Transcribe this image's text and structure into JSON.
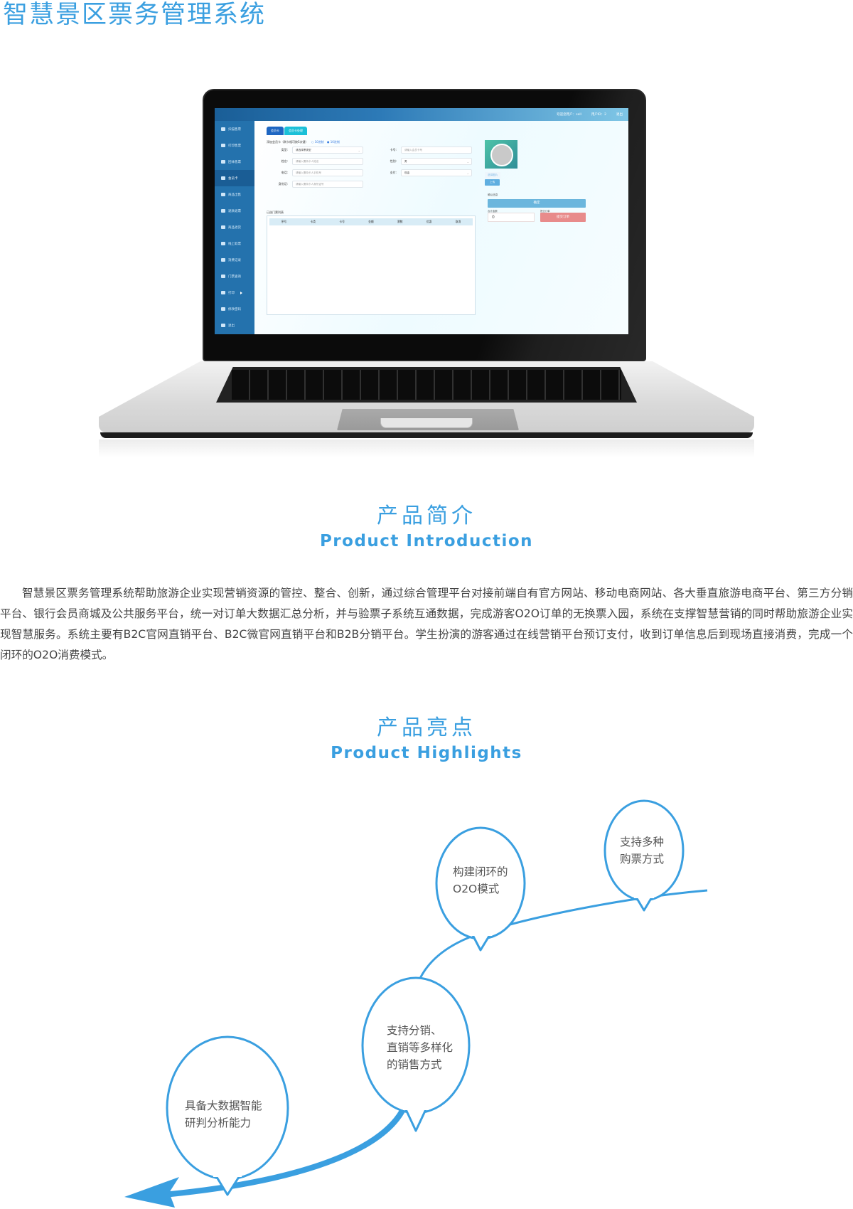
{
  "page": {
    "title": "智慧景区票务管理系统"
  },
  "screen_app": {
    "header": {
      "welcome": "欢迎您用户：sell",
      "user_id": "用户ID：2",
      "logout": "退出"
    },
    "sidebar": [
      {
        "label": "扫描售票",
        "icon": "scan-icon",
        "active": false
      },
      {
        "label": "打印售票",
        "icon": "printer-icon",
        "active": false
      },
      {
        "label": "团体售票",
        "icon": "group-icon",
        "active": false
      },
      {
        "label": "会员卡",
        "icon": "card-icon",
        "active": true
      },
      {
        "label": "商品出售",
        "icon": "list-icon",
        "active": false
      },
      {
        "label": "退款退票",
        "icon": "gear-icon",
        "active": false
      },
      {
        "label": "商品退货",
        "icon": "gear-icon",
        "active": false
      },
      {
        "label": "线上取票",
        "icon": "grid-icon",
        "active": false
      },
      {
        "label": "消费记录",
        "icon": "edit-icon",
        "active": false
      },
      {
        "label": "门票查询",
        "icon": "search-icon",
        "active": false
      },
      {
        "label": "打印",
        "icon": "printer-icon",
        "active": false,
        "has_submenu": true
      },
      {
        "label": "修改密码",
        "icon": "lock-icon",
        "active": false
      },
      {
        "label": "退出",
        "icon": "exit-icon",
        "active": false
      }
    ],
    "tabs": [
      {
        "label": "会员卡",
        "active": true
      },
      {
        "label": "会员卡处理",
        "active": false
      }
    ],
    "form": {
      "title": "添加会员卡（刷卡相可按5次键）",
      "radio_10": "10进制",
      "radio_16": "16进制",
      "fields_left": [
        {
          "label": "类型:",
          "value": "请选择票类型",
          "type": "select"
        },
        {
          "label": "姓名:",
          "placeholder": "请输入需持卡人姓名",
          "type": "text"
        },
        {
          "label": "电话:",
          "placeholder": "请输入需持卡人手机号",
          "type": "text"
        },
        {
          "label": "身份证:",
          "placeholder": "请输入需持卡人身份证号",
          "type": "text"
        }
      ],
      "fields_right": [
        {
          "label": "卡号:",
          "placeholder": "请输入会员卡号",
          "type": "text"
        },
        {
          "label": "性别:",
          "value": "男",
          "type": "select"
        },
        {
          "label": "支付:",
          "value": "现金",
          "type": "select"
        }
      ]
    },
    "list": {
      "title": "已选门票列表",
      "columns": [
        "序号",
        "卡类",
        "卡号",
        "金额",
        "票数",
        "优惠",
        "取消"
      ],
      "rows": []
    },
    "photo": {
      "choose_label": "选择图片",
      "upload_label": "上传"
    },
    "confirm": {
      "label": "确认信息",
      "button": "确定",
      "total_label": "合计金额",
      "total_value": "0",
      "submit_label": "提交订单",
      "submit_button": "提交订单"
    }
  },
  "intro": {
    "title_cn": "产品简介",
    "title_en": "Product Introduction",
    "paragraph": "智慧景区票务管理系统帮助旅游企业实现营销资源的管控、整合、创新，通过综合管理平台对接前端自有官方网站、移动电商网站、各大垂直旅游电商平台、第三方分销平台、银行会员商城及公共服务平台，统一对订单大数据汇总分析，并与验票子系统互通数据，完成游客O2O订单的无换票入园，系统在支撑智慧营销的同时帮助旅游企业实现智慧服务。系统主要有B2C官网直销平台、B2C微官网直销平台和B2B分销平台。学生扮演的游客通过在线营销平台预订支付，收到订单信息后到现场直接消费，完成一个闭环的O2O消费模式。"
  },
  "highlights": {
    "title_cn": "产品亮点",
    "title_en": "Product Highlights",
    "items": [
      {
        "lines": [
          "具备大数据智能",
          "研判分析能力"
        ]
      },
      {
        "lines": [
          "支持分销、",
          "直销等多样化",
          "的销售方式"
        ]
      },
      {
        "lines": [
          "构建闭环的",
          "O2O模式"
        ]
      },
      {
        "lines": [
          "支持多种",
          "购票方式"
        ]
      }
    ],
    "accent_color": "#3a9fe0"
  }
}
